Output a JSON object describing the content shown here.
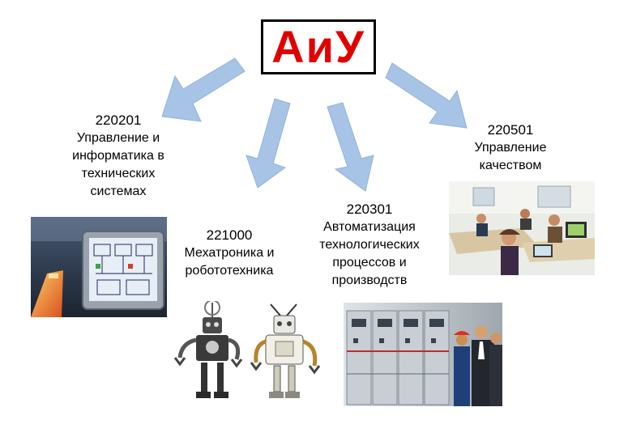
{
  "title": "АиУ",
  "colors": {
    "title": "#e10000",
    "arrow_fill": "#a7c4e7",
    "arrow_stroke": "#8fb2dc"
  },
  "specialties": [
    {
      "code": "220201",
      "lines": [
        "Управление и",
        "информатика в",
        "технических",
        "системах"
      ]
    },
    {
      "code": "221000",
      "lines": [
        "Мехатроника и",
        "робототехника"
      ]
    },
    {
      "code": "220301",
      "lines": [
        "Автоматизация",
        "технологических",
        "процессов и",
        "производств"
      ]
    },
    {
      "code": "220501",
      "lines": [
        "Управление",
        "качеством"
      ]
    }
  ],
  "images": {
    "control_panel": "industrial-control-panel-photo",
    "robots": "robots-photo",
    "switchgear": "switchgear-room-photo",
    "office": "quality-office-photo"
  }
}
